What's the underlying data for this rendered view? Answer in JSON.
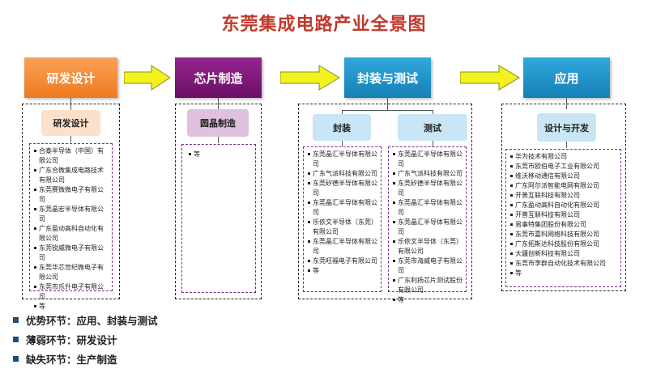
{
  "title": "东莞集成电路产业全景图",
  "stages": {
    "s1": "研发设计",
    "s2": "芯片制造",
    "s3": "封装与测试",
    "s4": "应用"
  },
  "sub": {
    "design": "研发设计",
    "wafer": "圆晶制造",
    "packaging": "封装",
    "testing": "测试",
    "app": "设计与开发"
  },
  "lists": {
    "design": [
      "合泰半导体（中国）有限公司",
      "广东合微集成电路技术有限公司",
      "东莞赛微微电子有限公司",
      "东莞晶宏半导体有限公司",
      "广东盈动高科自动化有限公司",
      "东莞锐威微电子有限公司",
      "东莞华芯世纪微电子有限公司",
      "东莞市乐升电子有限公司",
      "等"
    ],
    "wafer": [
      "等"
    ],
    "packaging": [
      "东莞晶汇半导体有限公司",
      "广东气派科技有限公司",
      "东莞矽德半导体有限公司",
      "东莞晶汇半导体有限公司",
      "乐依文半导体（东莞）有限公司",
      "东莞晶汇半导体有限公司",
      "东莞旺福电子有限公司",
      "等"
    ],
    "testing": [
      "东莞晶汇半导体有限公司",
      "广东气派科技有限公司",
      "东莞矽德半导体有限公司",
      "东莞晶汇半导体有限公司",
      "东莞晶汇半导体有限公司",
      "乐依文半导体（东莞）有限公司",
      "东莞市海威电子有限公司",
      "广东利扬芯片测试股份有限公司",
      "等"
    ],
    "app": [
      "华为技术有限公司",
      "东莞市欧伯电子工业有限公司",
      "维沃移动通信有限公司",
      "广东阿尔派智能电网有限公司",
      "开普互联科技有限公司",
      "广东盈动高科自动化有限公司",
      "开普互联科技有限公司",
      "易事特集团股份有限公司",
      "东莞市嘉科网络科技有限公司",
      "广东拓斯达科技股份有限公司",
      "大疆创新科技有限公司",
      "东莞市李群自动化技术有限公司",
      "等"
    ]
  },
  "legend": [
    "优势环节：应用、封装与测试",
    "薄弱环节：研发设计",
    "缺失环节：生产制造"
  ],
  "colors": {
    "title": "#c0392b",
    "stage1": "#f58a34",
    "stage2": "#7d1577",
    "stage3": "#1c8fc6",
    "stage4": "#1c8fc6",
    "arrow": "#f2f21e",
    "legend_square": "#1f4e79"
  },
  "icons": {
    "arrow": "right-block-arrow",
    "legend_bullet": "square"
  }
}
